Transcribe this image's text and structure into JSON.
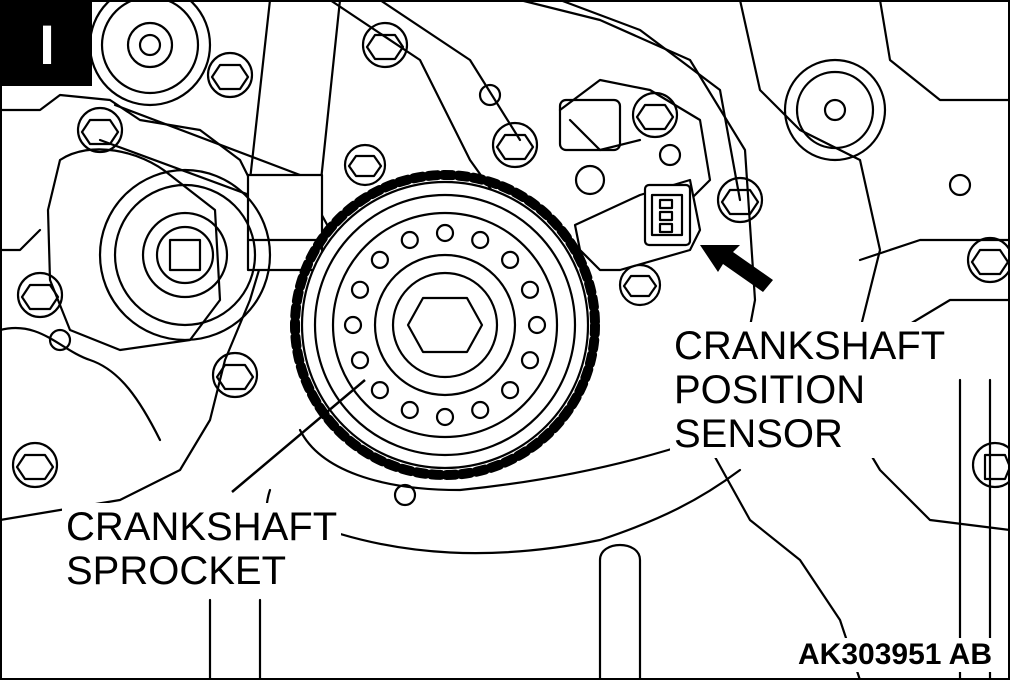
{
  "figure": {
    "badge": "I",
    "code": "AK303951 AB"
  },
  "labels": {
    "sprocket": [
      "CRANKSHAFT",
      "SPROCKET"
    ],
    "sensor": [
      "CRANKSHAFT",
      "POSITION",
      "SENSOR"
    ]
  },
  "colors": {
    "line": "#000000",
    "background": "#ffffff"
  }
}
